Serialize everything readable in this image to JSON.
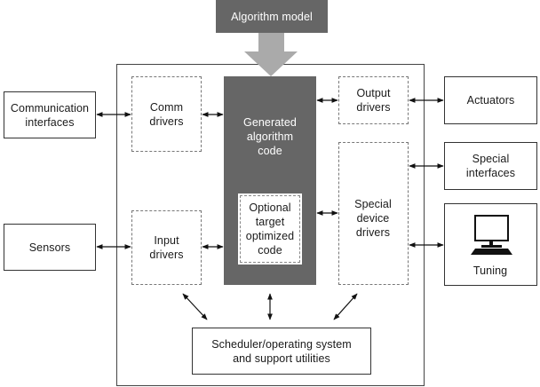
{
  "diagram": {
    "title_block": {
      "label": "Algorithm model",
      "fill": "#666666"
    },
    "flow_arrow_color": "#aaaaaa",
    "generated_code": {
      "label": "Generated\nalgorithm\ncode",
      "fill": "#666666"
    },
    "optional_code": {
      "label": "Optional\ntarget\noptimized\ncode"
    },
    "drivers": {
      "comm": "Comm\ndrivers",
      "input": "Input\ndrivers",
      "output": "Output\ndrivers",
      "special_device": "Special\ndevice\ndrivers"
    },
    "external": {
      "communication_interfaces": "Communication\ninterfaces",
      "sensors": "Sensors",
      "actuators": "Actuators",
      "special_interfaces": "Special\ninterfaces",
      "tuning": {
        "label": "Tuning",
        "icon": "computer-monitor-icon"
      }
    },
    "scheduler": {
      "label": "Scheduler/operating system\nand support utilities"
    }
  }
}
